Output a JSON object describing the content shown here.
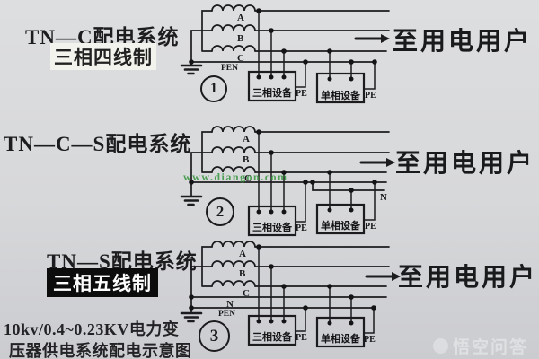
{
  "colors": {
    "background_top": "#dddee0",
    "background_bottom": "#cbccd0",
    "line": "#1c1c1e",
    "green_watermark": "#34943a",
    "highlight_light": "#f3f3ed",
    "highlight_dark": "#0c0c0c"
  },
  "icons": {
    "arrow": "right-arrow",
    "ground": "earth-ground-symbol",
    "winding": "transformer-coil"
  },
  "sections": [
    {
      "title": "TN—C配电系统",
      "subtitle": "三相四线制",
      "number": "1",
      "wire_labels": {
        "a": "A",
        "b": "B",
        "c": "C",
        "pen": "PEN"
      },
      "pe_label": "PE",
      "three_phase_box": "三相设备",
      "single_phase_box": "单相设备",
      "destination": "至用电用户"
    },
    {
      "title": "TN—C—S配电系统",
      "number": "2",
      "wire_labels": {
        "a": "A",
        "b": "B",
        "c": "C",
        "n": "N"
      },
      "pe_label": "PE",
      "three_phase_box": "三相设备",
      "single_phase_box": "单相设备",
      "destination": "至用电用户",
      "watermark": "www.diangon.com"
    },
    {
      "title": "TN—S配电系统",
      "subtitle": "三相五线制",
      "number": "3",
      "wire_labels": {
        "a": "A",
        "b": "B",
        "c": "C",
        "n": "N",
        "pen": "PEN"
      },
      "pe_label": "PE",
      "three_phase_box": "三相设备",
      "single_phase_box": "单相设备",
      "destination": "至用电用户",
      "caption_line1": "10kv/0.4~0.23KV电力变",
      "caption_line2": "压器供电系统配电示意图"
    }
  ],
  "corner_watermark": "悟空问答"
}
